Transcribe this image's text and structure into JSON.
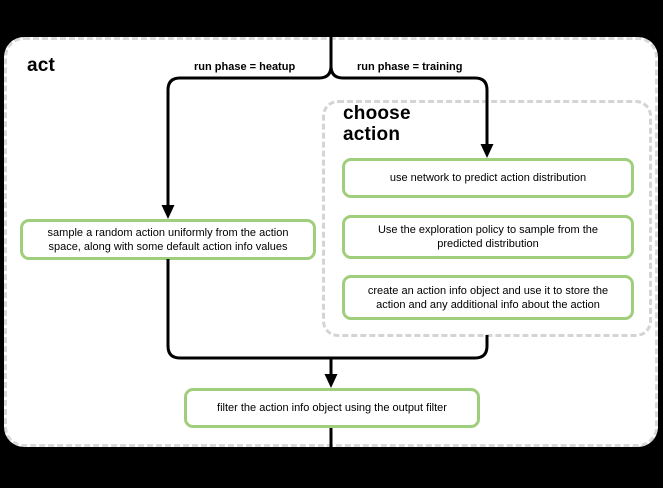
{
  "diagram": {
    "title": "act",
    "branches": [
      {
        "id": "heatup",
        "label": "run phase = heatup"
      },
      {
        "id": "training",
        "label": "run phase = training"
      }
    ],
    "group": {
      "title": "choose action"
    },
    "nodes": [
      {
        "id": "sample-random-action",
        "text": "sample a random action uniformly from the action space, along with some default action info values"
      },
      {
        "id": "predict-distribution",
        "text": "use network to predict action distribution"
      },
      {
        "id": "exploration-sample",
        "text": "Use the exploration policy to sample from the predicted distribution"
      },
      {
        "id": "create-action-info",
        "text": "create an action info object and use it to store the action and any additional info about the action"
      },
      {
        "id": "filter-output",
        "text": "filter the action info object using the output filter"
      }
    ],
    "colors": {
      "background": "#000000",
      "panel_background": "#ffffff",
      "panel_border": "#d9d9d9",
      "group_border": "#d4d4d4",
      "node_border": "#9fce7c",
      "connector": "#000000",
      "text": "#000000"
    }
  }
}
